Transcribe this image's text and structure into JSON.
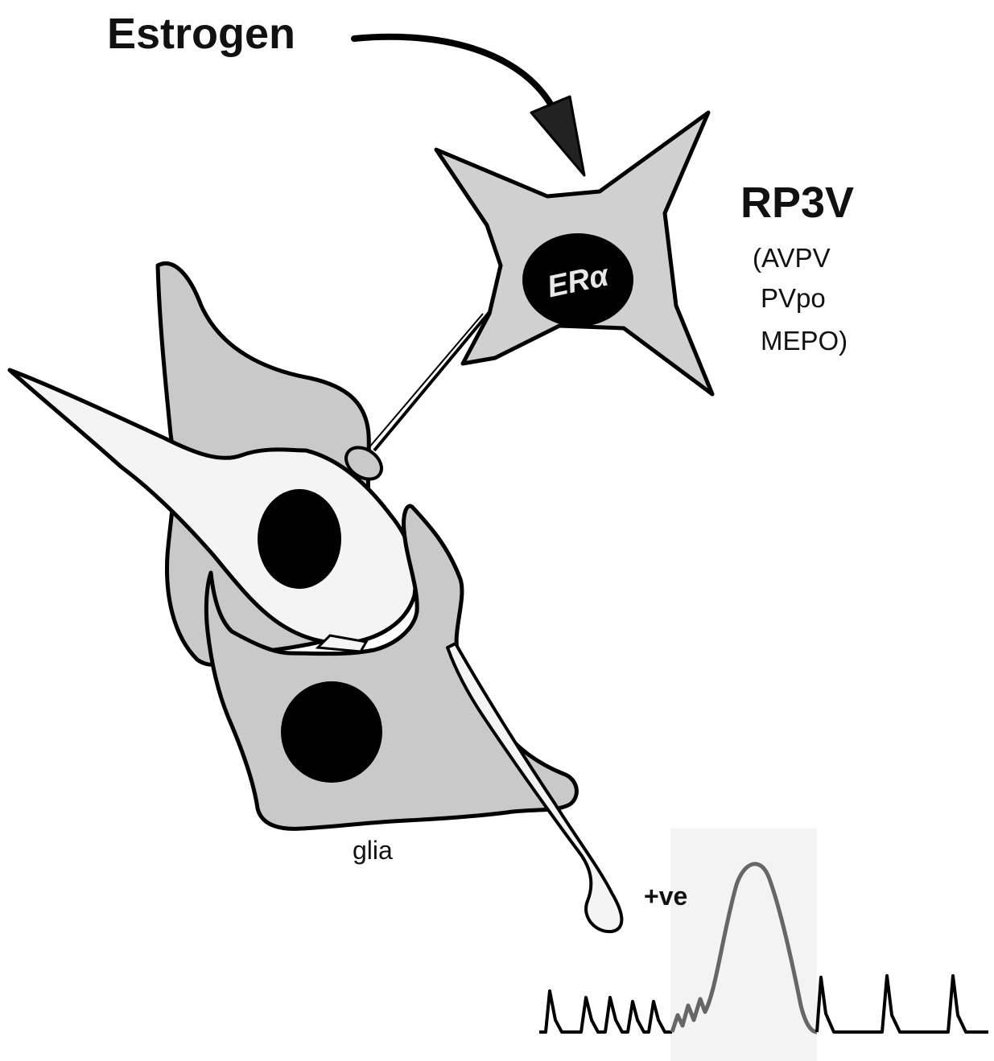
{
  "labels": {
    "estrogen": "Estrogen",
    "receptor": "ERα",
    "region_title": "RP3V",
    "region_lines": [
      "(AVPV",
      "PVpo",
      "MEPO)"
    ],
    "glia": "glia",
    "positive": "+ve"
  },
  "colors": {
    "outline": "#000000",
    "cell_fill": "#c8c8c8",
    "neuron_fill": "#d0d0d0",
    "white_cell_fill": "#f4f4f4",
    "nucleus": "#000000",
    "trace_base": "#000000",
    "trace_surge": "#666666",
    "surge_window": "#f2f2f2"
  },
  "icons": {
    "arrow": "curved-arrow",
    "nucleus": "filled-circle"
  }
}
